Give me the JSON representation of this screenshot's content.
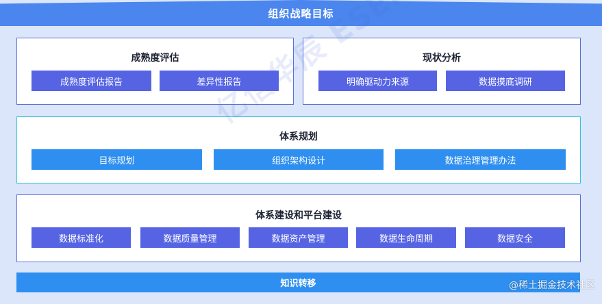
{
  "header": {
    "title": "组织战略目标"
  },
  "maturity": {
    "title": "成熟度评估",
    "items": [
      "成熟度评估报告",
      "差异性报告"
    ]
  },
  "status": {
    "title": "现状分析",
    "items": [
      "明确驱动力来源",
      "数据摸底调研"
    ]
  },
  "planning": {
    "title": "体系规划",
    "items": [
      "目标规划",
      "组织架构设计",
      "数据治理管理办法"
    ]
  },
  "construction": {
    "title": "体系建设和平台建设",
    "items": [
      "数据标准化",
      "数据质量管理",
      "数据资产管理",
      "数据生命周期",
      "数据安全"
    ]
  },
  "footer": {
    "title": "知识转移"
  },
  "watermark": {
    "text": "亿信华辰 ESENSOFT"
  },
  "credit": {
    "text": "@稀土掘金技术社区"
  },
  "colors": {
    "header": "#4a86ee",
    "indigo_button": "#5664e4",
    "blue_button": "#2e8ff0",
    "background": "#dbe6fb"
  }
}
